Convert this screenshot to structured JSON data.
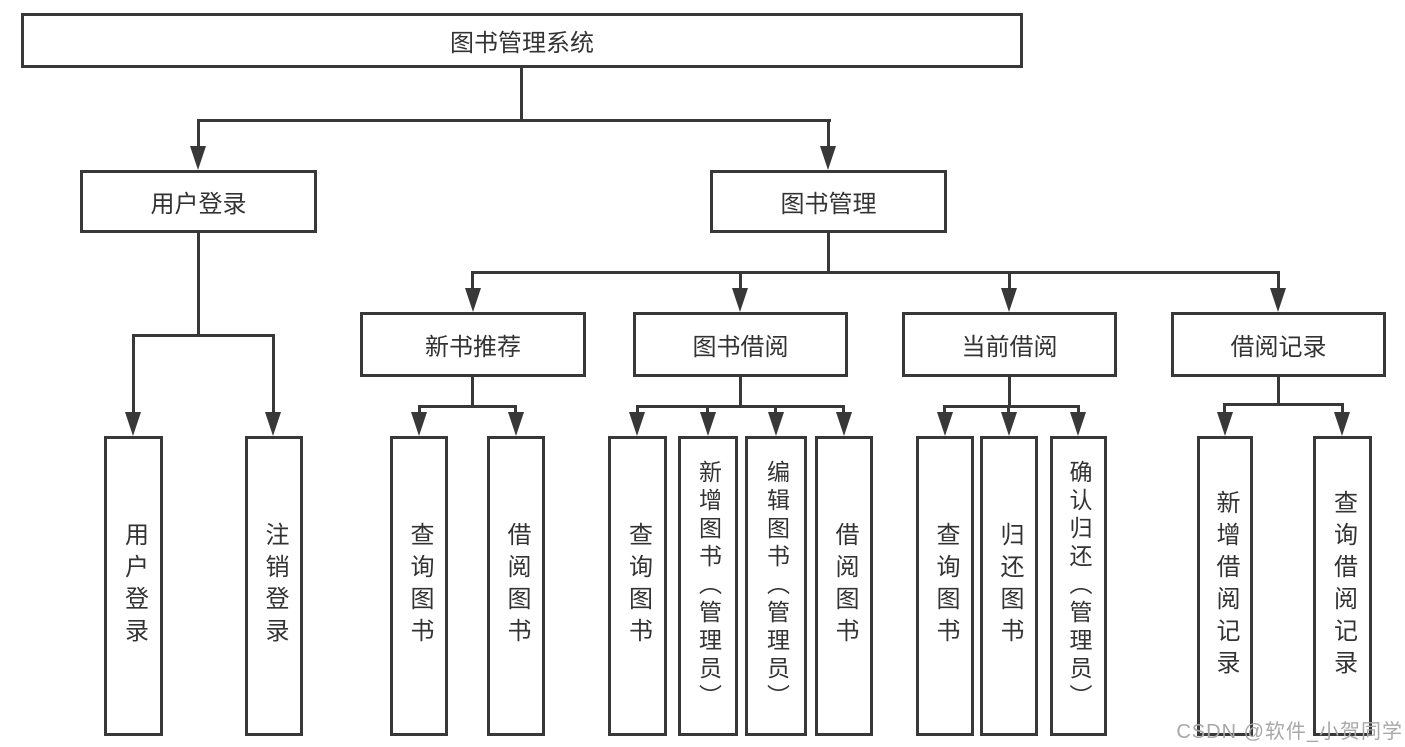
{
  "diagram": {
    "root": "图书管理系统",
    "level2": {
      "user_login": "用户登录",
      "book_management": "图书管理"
    },
    "level3": {
      "new_book_recommend": "新书推荐",
      "book_borrowing": "图书借阅",
      "current_borrowing": "当前借阅",
      "borrowing_records": "借阅记录"
    },
    "leaves": {
      "user_login": "用户登录",
      "logout": "注销登录",
      "nb_query_books": "查询图书",
      "nb_borrow_books": "借阅图书",
      "bb_query_books": "查询图书",
      "bb_add_books_admin": "新增图书（管理员）",
      "bb_edit_books_admin": "编辑图书（管理员）",
      "bb_borrow_books": "借阅图书",
      "cb_query_books": "查询图书",
      "cb_return_books": "归还图书",
      "cb_confirm_return_admin": "确认归还（管理员）",
      "br_add_record": "新增借阅记录",
      "br_query_record": "查询借阅记录"
    }
  },
  "watermark": "CSDN @软件_小贺同学",
  "colors": {
    "line": "#383838",
    "text": "#333333",
    "watermark": "#a8a8a8",
    "background": "#ffffff"
  }
}
